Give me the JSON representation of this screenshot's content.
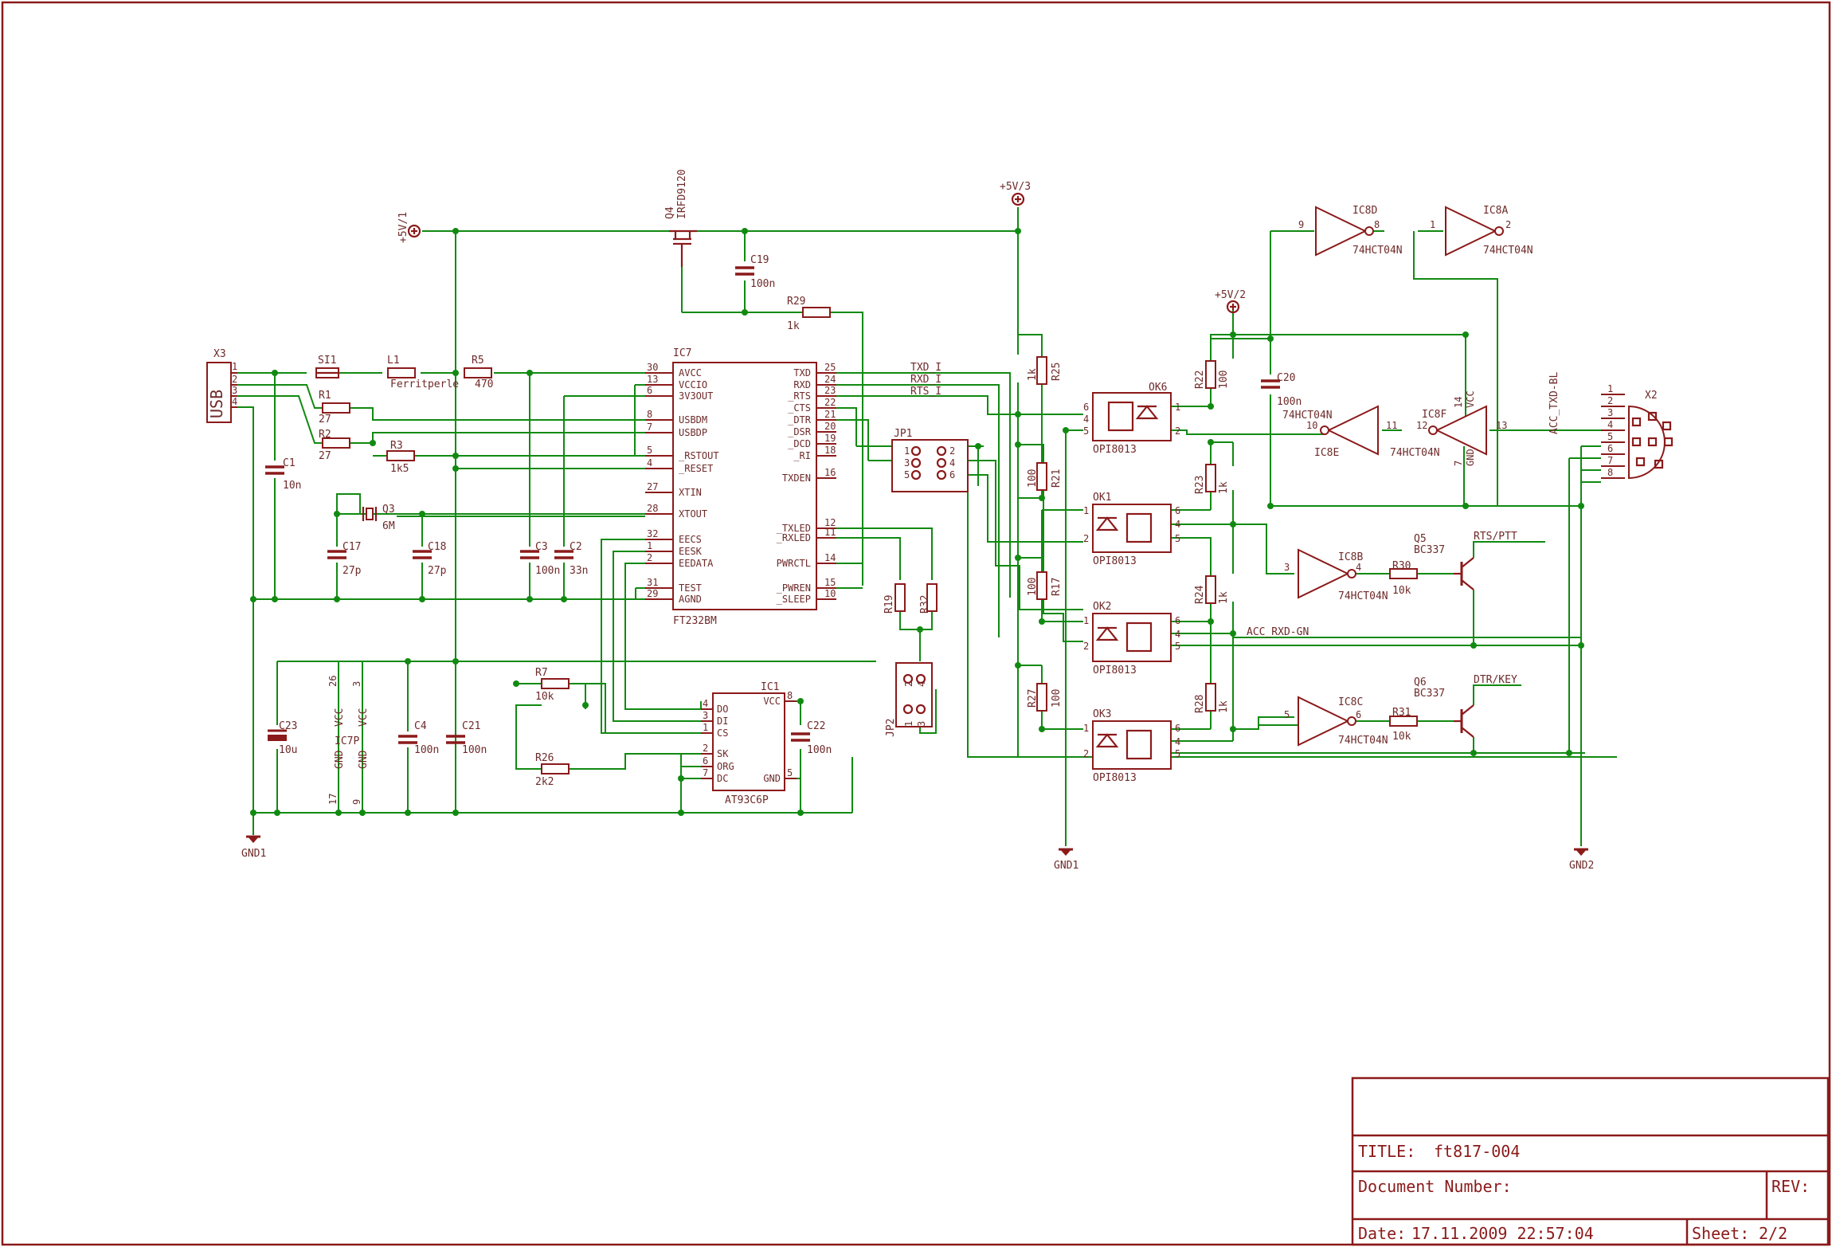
{
  "colors": {
    "symbol": "#8b1a1a",
    "wire": "#118a11",
    "text": "#6e2a2a",
    "background": "#ffffff"
  },
  "title_block": {
    "title_label": "TITLE:",
    "title_value": "ft817-004",
    "document_number_label": "Document Number:",
    "rev_label": "REV:",
    "date_label": "Date:",
    "date_value": "17.11.2009 22:57:04",
    "sheet_label": "Sheet:",
    "sheet_value": "2/2"
  },
  "supplies": {
    "v1": "+5V/1",
    "v2": "+5V/2",
    "v3": "+5V/3",
    "gnd1a": "GND1",
    "gnd1b": "GND1",
    "gnd2": "GND2"
  },
  "usb": {
    "name": "X3",
    "label": "USB",
    "pins": [
      "1",
      "2",
      "3",
      "4"
    ]
  },
  "input_chain": {
    "si1": "SI1",
    "l1": "L1",
    "l1_value": "Ferritperle",
    "r5": "R5",
    "r5_value": "470",
    "r1": "R1",
    "r1_value": "27",
    "r2": "R2",
    "r2_value": "27",
    "r3": "R3",
    "r3_value": "1k5",
    "c1": "C1",
    "c1_value": "10n"
  },
  "mosfet": {
    "name": "Q4",
    "part": "IRFD9120",
    "c19": "C19",
    "c19_value": "100n",
    "r29": "R29",
    "r29_value": "1k"
  },
  "crystal": {
    "q3": "Q3",
    "q3_value": "6M",
    "c17": "C17",
    "c17_value": "27p",
    "c18": "C18",
    "c18_value": "27p",
    "c3": "C3",
    "c3_value": "100n",
    "c2": "C2",
    "c2_value": "33n"
  },
  "ic7": {
    "name": "IC7",
    "part": "FT232BM",
    "left_pins": [
      {
        "num": "30",
        "name": "AVCC"
      },
      {
        "num": "13",
        "name": "VCCIO"
      },
      {
        "num": "6",
        "name": "3V3OUT"
      },
      {
        "num": "8",
        "name": "USBDM"
      },
      {
        "num": "7",
        "name": "USBDP"
      },
      {
        "num": "5",
        "name": "_RSTOUT"
      },
      {
        "num": "4",
        "name": "_RESET"
      },
      {
        "num": "27",
        "name": "XTIN"
      },
      {
        "num": "28",
        "name": "XTOUT"
      },
      {
        "num": "32",
        "name": "EECS"
      },
      {
        "num": "1",
        "name": "EESK"
      },
      {
        "num": "2",
        "name": "EEDATA"
      },
      {
        "num": "31",
        "name": "TEST"
      },
      {
        "num": "29",
        "name": "AGND"
      }
    ],
    "right_pins": [
      {
        "num": "25",
        "name": "TXD"
      },
      {
        "num": "24",
        "name": "RXD"
      },
      {
        "num": "23",
        "name": "_RTS"
      },
      {
        "num": "22",
        "name": "_CTS"
      },
      {
        "num": "21",
        "name": "_DTR"
      },
      {
        "num": "20",
        "name": "_DSR"
      },
      {
        "num": "19",
        "name": "_DCD"
      },
      {
        "num": "18",
        "name": "_RI"
      },
      {
        "num": "16",
        "name": "TXDEN"
      },
      {
        "num": "12",
        "name": "_TXLED"
      },
      {
        "num": "11",
        "name": "_RXLED"
      },
      {
        "num": "14",
        "name": "PWRCTL"
      },
      {
        "num": "15",
        "name": "_PWREN"
      },
      {
        "num": "10",
        "name": "_SLEEP"
      }
    ]
  },
  "nets": {
    "txd": "TXD_I",
    "rxd": "RXD_I",
    "rts": "RTS_I",
    "acc_rxd": "ACC_RXD-GN",
    "acc_txd": "ACC_TXD-BL",
    "rts_ptt": "RTS/PTT",
    "dtr_key": "DTR/KEY"
  },
  "jp1": {
    "name": "JP1",
    "pins": [
      "1",
      "2",
      "3",
      "4",
      "5",
      "6"
    ]
  },
  "jp2": {
    "name": "JP2",
    "pins": [
      "2",
      "4",
      "1",
      "3"
    ]
  },
  "eeprom": {
    "name": "IC1",
    "part": "AT93C6P",
    "left_pins": [
      {
        "num": "4",
        "name": "DO"
      },
      {
        "num": "3",
        "name": "DI"
      },
      {
        "num": "1",
        "name": "CS"
      },
      {
        "num": "2",
        "name": "SK"
      },
      {
        "num": "6",
        "name": "ORG"
      },
      {
        "num": "7",
        "name": "DC"
      }
    ],
    "right_pins": [
      {
        "num": "8",
        "name": "VCC"
      },
      {
        "num": "5",
        "name": "GND"
      }
    ],
    "c22": "C22",
    "c22_value": "100n"
  },
  "power_block": {
    "c23": "C23",
    "c23_value": "10u",
    "ic7p": "IC7P",
    "pins": [
      "26",
      "3",
      "17",
      "9"
    ],
    "vcc": "VCC",
    "gnd": "GND",
    "c4": "C4",
    "c4_value": "100n",
    "c21": "C21",
    "c21_value": "100n",
    "r7": "R7",
    "r7_value": "10k",
    "r26": "R26",
    "r26_value": "2k2"
  },
  "resistors_column": {
    "r19": "R19",
    "r32": "R32",
    "r25": "R25",
    "r25_value": "1k",
    "r21": "R21",
    "r21_value": "100",
    "r17": "R17",
    "r17_value": "100",
    "r27": "R27",
    "r27_value": "100"
  },
  "optos": [
    {
      "name": "OK6",
      "part": "OPI8013"
    },
    {
      "name": "OK1",
      "part": "OPI8013"
    },
    {
      "name": "OK2",
      "part": "OPI8013"
    },
    {
      "name": "OK3",
      "part": "OPI8013"
    }
  ],
  "opto_pins": [
    "6",
    "4",
    "5",
    "1",
    "2"
  ],
  "right_resistors": {
    "r22": "R22",
    "r22_value": "100",
    "r23": "R23",
    "r23_value": "1k",
    "r24": "R24",
    "r24_value": "1k",
    "r28": "R28",
    "r28_value": "1k",
    "c20": "C20",
    "c20_value": "100n"
  },
  "inverters": [
    {
      "name": "IC8D",
      "part": "74HCT04N",
      "in": "9",
      "out": "8"
    },
    {
      "name": "IC8A",
      "part": "74HCT04N",
      "in": "1",
      "out": "2"
    },
    {
      "name": "IC8E",
      "part": "74HCT04N",
      "in": "11",
      "out": "10"
    },
    {
      "name": "IC8F",
      "part": "74HCT04N",
      "in": "13",
      "out": "12"
    },
    {
      "name": "IC8B",
      "part": "74HCT04N",
      "in": "3",
      "out": "4"
    },
    {
      "name": "IC8C",
      "part": "74HCT04N",
      "in": "5",
      "out": "6"
    }
  ],
  "ic8p_pins": {
    "vcc": "14",
    "gnd": "7",
    "vcc_label": "VCC",
    "gnd_label": "GND"
  },
  "transistors": [
    {
      "name": "Q5",
      "part": "BC337",
      "r": "R30",
      "r_value": "10k"
    },
    {
      "name": "Q6",
      "part": "BC337",
      "r": "R31",
      "r_value": "10k"
    }
  ],
  "connector_x2": {
    "name": "X2",
    "pins": [
      "1",
      "2",
      "3",
      "4",
      "5",
      "6",
      "7",
      "8"
    ]
  }
}
